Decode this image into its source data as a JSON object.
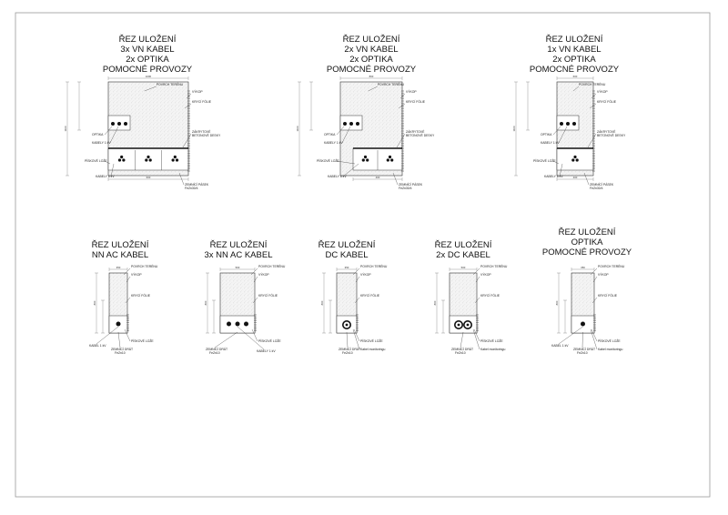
{
  "sections": [
    {
      "id": "s1",
      "title": [
        "ŘEZ ULOŽENÍ",
        "3x VN KABEL",
        "2x OPTIKA",
        "POMOCNÉ PROVOZY"
      ],
      "labels": {
        "surface": "POVRCH TERÉNU",
        "foil": "KRYCÍ FÓLIE",
        "excavation": "VÝKOP",
        "optika": "OPTIKA",
        "lv_cable": "KABELY 1 kV",
        "slabs": [
          "ZÁKRYTOVÉ",
          "BETONOVÉ DESKY"
        ],
        "sand": "PÍSKOVÉ LOŽE",
        "hv_cable": "KABELY 6 kV",
        "earth": [
          "ZEMNÍCÍ PÁSEK",
          "FeZn30/4"
        ]
      },
      "dims": {
        "top": "1000",
        "bottom": "600",
        "height": "1100"
      },
      "hv_count": 3,
      "lv_count": 3
    },
    {
      "id": "s2",
      "title": [
        "ŘEZ ULOŽENÍ",
        "2x VN KABEL",
        "2x OPTIKA",
        "POMOCNÉ PROVOZY"
      ],
      "labels": {
        "surface": "POVRCH TERÉNU",
        "foil": "KRYCÍ FÓLIE",
        "excavation": "VÝKOP",
        "optika": "OPTIKA",
        "lv_cable": "KABELY 1 kV",
        "slabs": [
          "ZÁKRYTOVÉ",
          "BETONOVÉ DESKY"
        ],
        "sand": "PÍSKOVÉ LOŽE",
        "hv_cable": "KABELY 6 kV",
        "earth": [
          "ZEMNÍCÍ PÁSEK",
          "FeZn30/4"
        ]
      },
      "dims": {
        "top": "800",
        "bottom": "400",
        "height": "1100"
      },
      "hv_count": 2,
      "lv_count": 3
    },
    {
      "id": "s3",
      "title": [
        "ŘEZ ULOŽENÍ",
        "1x VN KABEL",
        "2x OPTIKA",
        "POMOCNÉ PROVOZY"
      ],
      "labels": {
        "surface": "POVRCH TERÉNU",
        "foil": "KRYCÍ FÓLIE",
        "excavation": "VÝKOP",
        "optika": "OPTIKA",
        "lv_cable": "KABELY 1 kV",
        "slabs": [
          "ZÁKRYTOVÉ",
          "BETONOVÉ DESKY"
        ],
        "sand": "PÍSKOVÉ LOŽE",
        "hv_cable": "KABELY 6 kV",
        "earth": [
          "ZEMNÍCÍ PÁSEK",
          "FeZn30/4"
        ]
      },
      "dims": {
        "top": "600",
        "bottom": "400",
        "height": "1100"
      },
      "hv_count": 1,
      "lv_count": 3
    },
    {
      "id": "s4",
      "title": [
        "ŘEZ ULOŽENÍ",
        "NN AC KABEL"
      ],
      "labels": {
        "surface": "POVRCH TERÉNU",
        "excavation": "VÝKOP",
        "foil": "KRYCÍ FÓLIE",
        "sand": "PÍSKOVÉ LOŽE",
        "cable": "KABEL 1 kV",
        "earth": [
          "ZEMNÍCÍ DRÁT",
          "FeZn10"
        ]
      },
      "dims": {
        "top": "350",
        "height": "800"
      },
      "cables": 1
    },
    {
      "id": "s5",
      "title": [
        "ŘEZ ULOŽENÍ",
        "3x NN AC KABEL"
      ],
      "labels": {
        "surface": "POVRCH TERÉNU",
        "excavation": "VÝKOP",
        "foil": "KRYCÍ FÓLIE",
        "sand": "PÍSKOVÉ LOŽE",
        "cable": "KABELY 1 kV",
        "earth": [
          "ZEMNÍCÍ DRÁT",
          "FeZn10"
        ]
      },
      "dims": {
        "top": "500",
        "height": "800"
      },
      "cables": 3
    },
    {
      "id": "s6",
      "title": [
        "ŘEZ ULOŽENÍ",
        "DC KABEL"
      ],
      "labels": {
        "surface": "POVRCH TERÉNU",
        "excavation": "VÝKOP",
        "foil": "KRYCÍ FÓLIE",
        "sand": "PÍSKOVÉ LOŽE",
        "earth": [
          "ZEMNÍCÍ DRÁT",
          "FeZn10"
        ],
        "monitor": "Kabel monitoringu"
      },
      "dims": {
        "top": "350",
        "height": "800"
      },
      "cables": 1
    },
    {
      "id": "s7",
      "title": [
        "ŘEZ ULOŽENÍ",
        "2x DC KABEL"
      ],
      "labels": {
        "surface": "POVRCH TERÉNU",
        "excavation": "VÝKOP",
        "foil": "KRYCÍ FÓLIE",
        "sand": "PÍSKOVÉ LOŽE",
        "earth": [
          "ZEMNÍCÍ DRÁT",
          "FeZn10"
        ],
        "monitor": "Kabel monitoringu"
      },
      "dims": {
        "top": "500",
        "height": "800"
      },
      "cables": 2
    },
    {
      "id": "s8",
      "title": [
        "ŘEZ ULOŽENÍ",
        "OPTIKA",
        "POMOCNÉ PROVOZY"
      ],
      "labels": {
        "surface": "POVRCH TERÉNU",
        "excavation": "VÝKOP",
        "foil": "KRYCÍ FÓLIE",
        "sand": "PÍSKOVÉ LOŽE",
        "cable": "KABEL 1 kV",
        "earth": [
          "ZEMNÍCÍ DRÁT",
          "FeZn10"
        ],
        "monitor": "Kabel monitoringu"
      },
      "dims": {
        "top": "350",
        "height": "800"
      },
      "cables": 1
    }
  ]
}
